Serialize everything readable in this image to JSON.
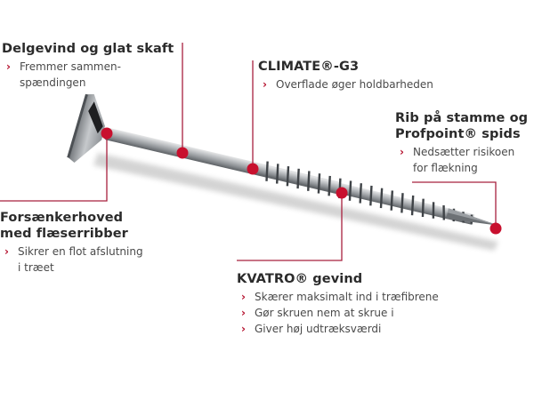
{
  "colors": {
    "accent": "#b5112e",
    "line": "#a8203e",
    "dot": "#c8102e",
    "title_text": "#2b2b2b",
    "body_text": "#4a4a4a"
  },
  "callouts": [
    {
      "id": "delgevind",
      "title": "Delgevind og glat skaft",
      "bullets": [
        {
          "text": "Fremmer sammen-",
          "continuation": "spændingen"
        }
      ]
    },
    {
      "id": "climate",
      "title": "CLIMATE®-G3",
      "bullets": [
        {
          "text": "Overflade øger holdbarheden",
          "continuation": ""
        }
      ]
    },
    {
      "id": "rib",
      "title": "Rib på stamme og",
      "title2": "Profpoint® spids",
      "bullets": [
        {
          "text": "Nedsætter risikoen",
          "continuation": "for flækning"
        }
      ]
    },
    {
      "id": "forsaenker",
      "title": "Forsænkerhoved",
      "title2": "med flæserribber",
      "bullets": [
        {
          "text": "Sikrer en flot afslutning",
          "continuation": "i træet"
        }
      ]
    },
    {
      "id": "kvatro",
      "title": "KVATRO® gevind",
      "bullets": [
        {
          "text": "Skærer maksimalt ind i træfibrene",
          "continuation": ""
        },
        {
          "text": "Gør skruen nem at skrue i",
          "continuation": ""
        },
        {
          "text": "Giver høj udtræksværdi",
          "continuation": ""
        }
      ]
    }
  ],
  "bullet_glyph": "›",
  "icons": {
    "screw": "screw-illustration",
    "marker": "red-dot-marker"
  }
}
